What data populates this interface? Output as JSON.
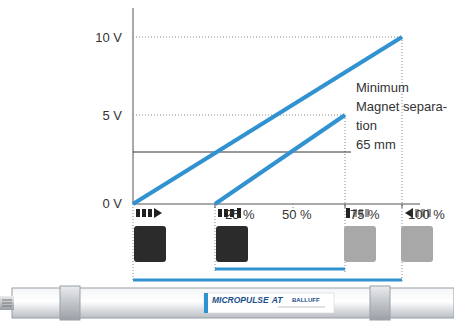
{
  "diagram": {
    "labels": [
      "10 V",
      "5 V",
      "0 V",
      "25 %",
      "50 %",
      "75 %",
      "100 %",
      "Minimum Magnet separa- tion",
      "65 mm",
      "MICROPULSE",
      "AT",
      "BALLUFF"
    ]
  }
}
